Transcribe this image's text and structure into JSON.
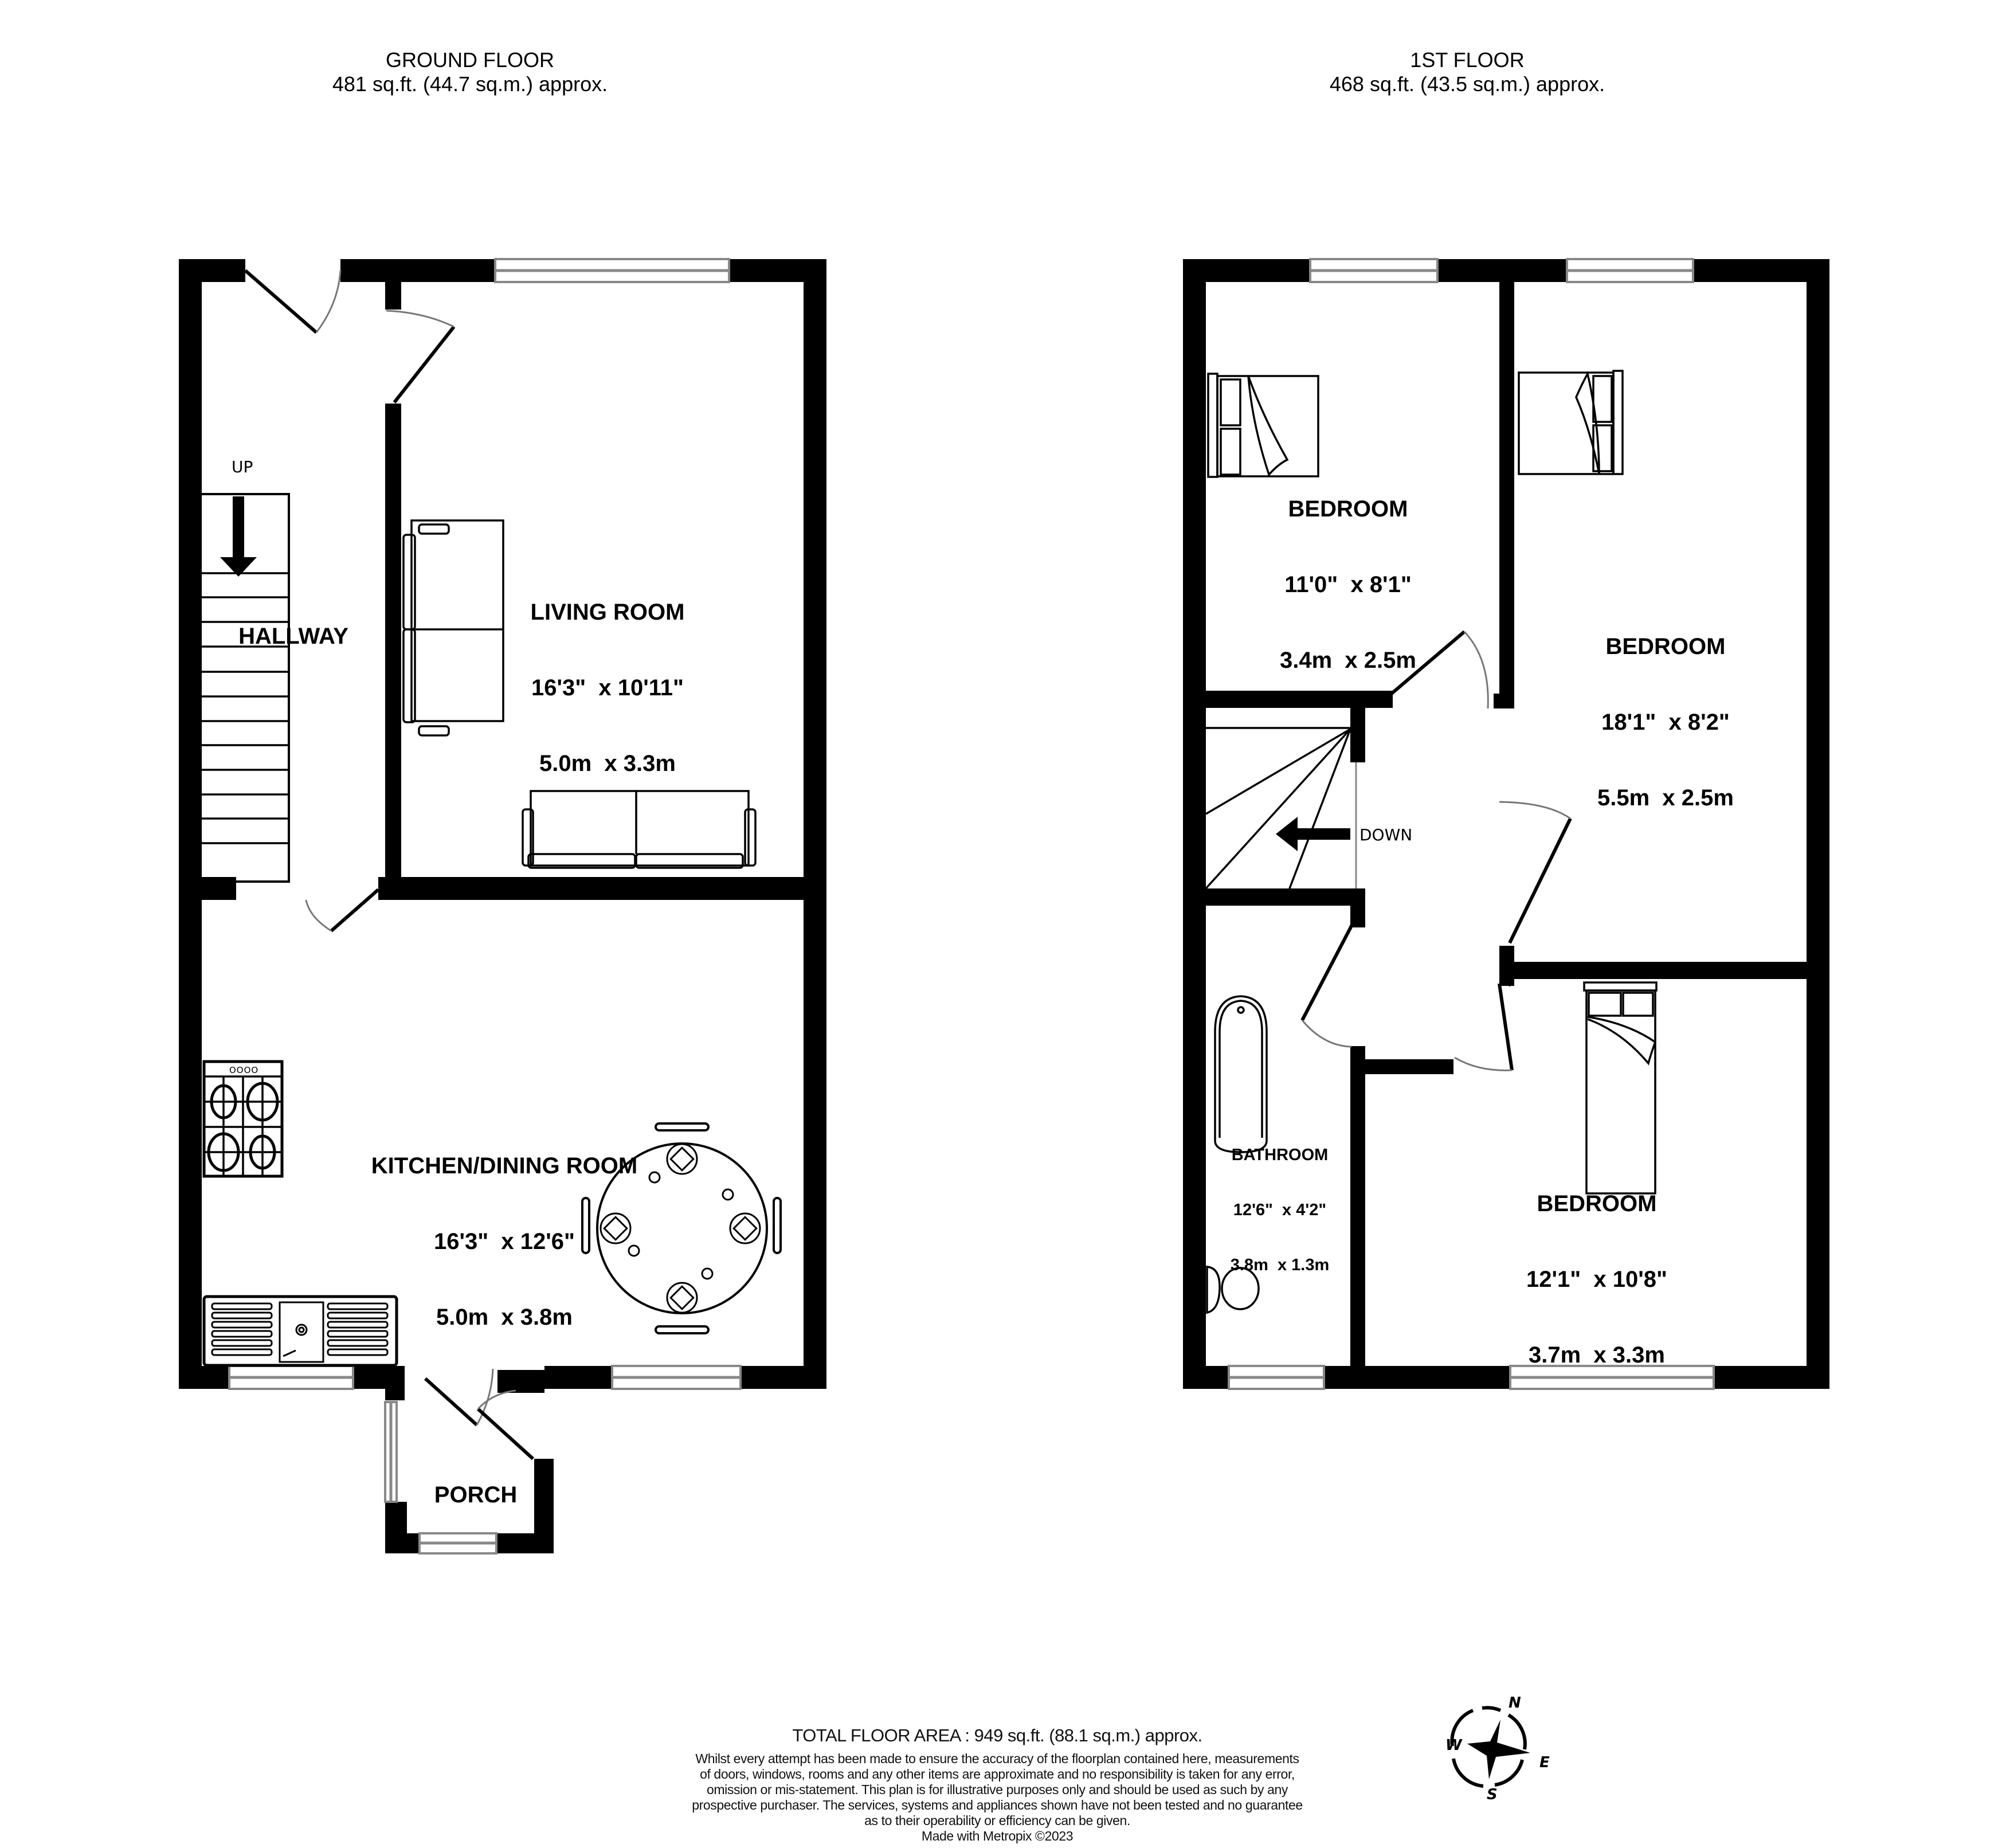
{
  "ground_floor": {
    "title": "GROUND FLOOR",
    "area": "481 sq.ft. (44.7 sq.m.) approx.",
    "rooms": [
      {
        "name": "HALLWAY",
        "dims_imperial": "",
        "dims_metric": ""
      },
      {
        "name": "LIVING ROOM",
        "dims_imperial": "16'3\"  x 10'11\"",
        "dims_metric": "5.0m  x 3.3m"
      },
      {
        "name": "KITCHEN/DINING ROOM",
        "dims_imperial": "16'3\"  x 12'6\"",
        "dims_metric": "5.0m  x 3.8m"
      },
      {
        "name": "PORCH",
        "dims_imperial": "",
        "dims_metric": ""
      }
    ],
    "stairs_label": "UP",
    "hob_knobs": "OOOO"
  },
  "first_floor": {
    "title": "1ST FLOOR",
    "area": "468 sq.ft. (43.5 sq.m.) approx.",
    "rooms": [
      {
        "name": "BEDROOM",
        "dims_imperial": "11'0\"  x 8'1\"",
        "dims_metric": "3.4m  x 2.5m"
      },
      {
        "name": "BEDROOM",
        "dims_imperial": "18'1\"  x 8'2\"",
        "dims_metric": "5.5m  x 2.5m"
      },
      {
        "name": "BATHROOM",
        "dims_imperial": "12'6\"  x 4'2\"",
        "dims_metric": "3.8m  x 1.3m"
      },
      {
        "name": "BEDROOM",
        "dims_imperial": "12'1\"  x 10'8\"",
        "dims_metric": "3.7m  x 3.3m"
      }
    ],
    "stairs_label": "DOWN"
  },
  "footer": {
    "total_area": "TOTAL FLOOR AREA : 949 sq.ft. (88.1 sq.m.) approx.",
    "disclaimer_lines": [
      "Whilst every attempt has been made to ensure the accuracy of the floorplan contained here, measurements",
      "of doors, windows, rooms and any other items are approximate and no responsibility is taken for any error,",
      "omission or mis-statement. This plan is for illustrative purposes only and should be used as such by any",
      "prospective purchaser. The services, systems and appliances shown have not been tested and no guarantee",
      "as to their operability or efficiency can be given."
    ],
    "credit": "Made with Metropix ©2023"
  },
  "compass": {
    "n": "N",
    "e": "E",
    "s": "S",
    "w": "W"
  },
  "colors": {
    "wall": "#000000",
    "window": "#888888",
    "background": "#ffffff"
  }
}
